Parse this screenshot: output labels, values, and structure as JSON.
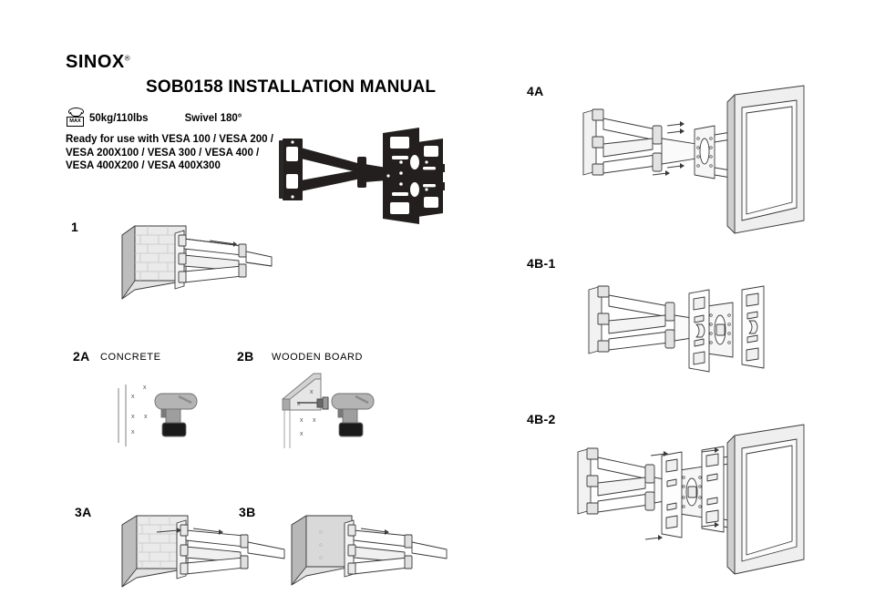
{
  "document": {
    "brand": "SINOX",
    "brand_mark": "®",
    "title": "SOB0158 INSTALLATION MANUAL"
  },
  "specs": {
    "max_icon_label": "MAX",
    "weight": "50kg/110lbs",
    "swivel": "Swivel 180°",
    "vesa_lines": [
      "Ready for use with VESA 100 / VESA 200 /",
      "VESA 200X100 / VESA 300 / VESA 400 /",
      "VESA 400X200 / VESA 400X300"
    ]
  },
  "steps": {
    "left": [
      {
        "id": "step-1",
        "label": "1",
        "sub": ""
      },
      {
        "id": "step-2a",
        "label": "2A",
        "sub": "CONCRETE"
      },
      {
        "id": "step-2b",
        "label": "2B",
        "sub": "WOODEN BOARD"
      },
      {
        "id": "step-3a",
        "label": "3A",
        "sub": ""
      },
      {
        "id": "step-3b",
        "label": "3B",
        "sub": ""
      }
    ],
    "right": [
      {
        "id": "step-4a",
        "label": "4A",
        "sub": ""
      },
      {
        "id": "step-4b1",
        "label": "4B-1",
        "sub": ""
      },
      {
        "id": "step-4b2",
        "label": "4B-2",
        "sub": ""
      }
    ]
  },
  "colors": {
    "page_background": "#ffffff",
    "text": "#000000",
    "line_art": "#3a3a3a",
    "product_photo_dark": "#231f1f",
    "wall_face": "#d8d8d8",
    "wall_edge": "#a8a8a8",
    "drill_body": "#b4b4b4",
    "drill_battery": "#1a1a1a"
  }
}
